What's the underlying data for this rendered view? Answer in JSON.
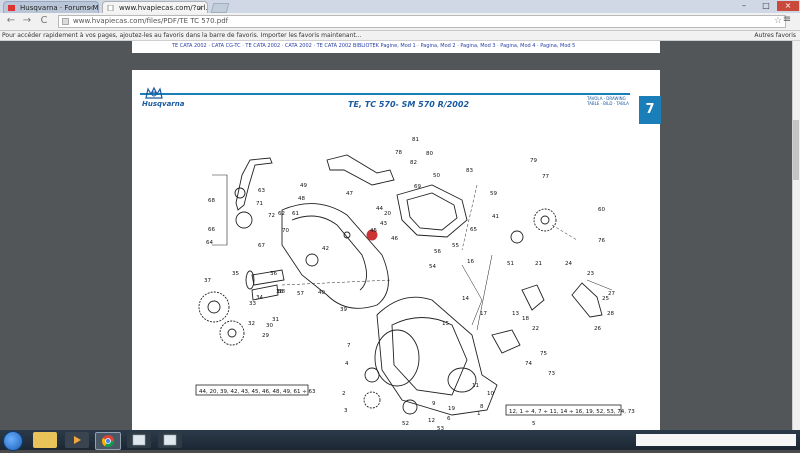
{
  "browser": {
    "tabs": [
      {
        "label": "Husqvarna · Forums Motos",
        "close": "×"
      },
      {
        "label": "www.hvapiecas.com/?url...",
        "close": "×"
      }
    ],
    "window_controls": {
      "minimize": "–",
      "maximize": "□",
      "close": "×"
    },
    "nav": {
      "back": "←",
      "forward": "→",
      "reload": "C"
    },
    "url": "www.hvapiecas.com/files/PDF/TE TC 570.pdf",
    "menu_icon": "≡",
    "bookmarks_left": "Pour accéder rapidement à vos pages, ajoutez-les au favoris dans la barre de favoris. Importer les favoris maintenant...",
    "bookmarks_right": "Autres favoris"
  },
  "pdf": {
    "prev_page_links": "TE CATA 2002 · CATA CG-TC · TE CATA 2002 · CATA 2002 · TE CATA 2002 BIBLIOTEK Pagine, Mod 1 · Pagina, Mod 2 · Pagina, Mod 3 · Pagina, Mod 4 · Pagina, Mod 5",
    "logo": "Husqvarna",
    "title": "TE, TC 570- SM 570 R/2002",
    "subtitle_lines": [
      "TAVOLA · DRAWING",
      "TABLE · BILD · TABLA"
    ],
    "page_number": "7",
    "legend_box_1": "44, 20, 39, 42, 43, 45, 46, 48, 49, 61 ÷ 63",
    "legend_box_2": "12, 1 ÷ 4, 7 ÷ 11, 14 ÷ 16, 19, 52, 53, 74, 73",
    "part_labels": [
      "1",
      "2",
      "3",
      "4",
      "5",
      "6",
      "7",
      "8",
      "9",
      "10",
      "11",
      "12",
      "13",
      "14",
      "15",
      "16",
      "17",
      "18",
      "19",
      "20",
      "21",
      "22",
      "23",
      "24",
      "25",
      "26",
      "27",
      "28",
      "29",
      "30",
      "31",
      "32",
      "33",
      "34",
      "35",
      "36",
      "37",
      "38",
      "39",
      "40",
      "41",
      "42",
      "43",
      "44",
      "45",
      "46",
      "47",
      "48",
      "49",
      "50",
      "51",
      "52",
      "53",
      "54",
      "55",
      "56",
      "57",
      "58",
      "59",
      "60",
      "61",
      "62",
      "63",
      "64",
      "65",
      "66",
      "67",
      "68",
      "69",
      "70",
      "71",
      "72",
      "73",
      "74",
      "75",
      "76",
      "77",
      "78",
      "79",
      "80",
      "81",
      "82",
      "83"
    ]
  },
  "taskbar": {
    "start_icon": "windows-orb",
    "apps": [
      "folder",
      "media-player",
      "chrome",
      "app",
      "app"
    ]
  }
}
